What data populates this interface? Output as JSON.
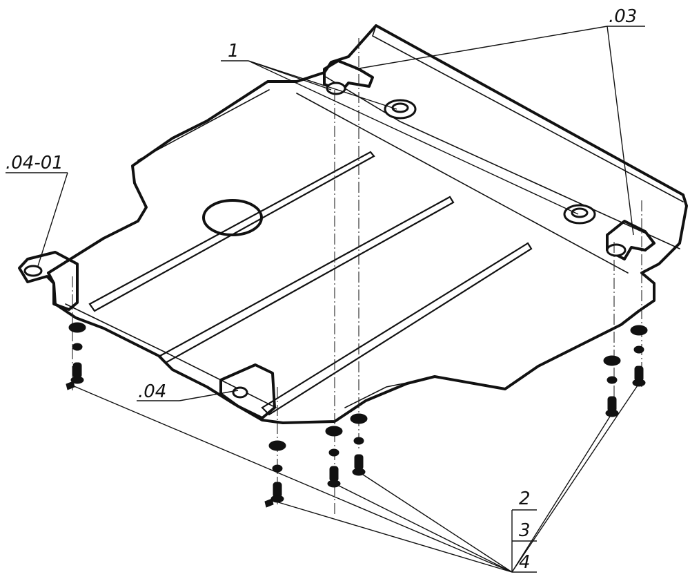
{
  "diagram": {
    "callouts": {
      "part_1": "1",
      "part_03": ".03",
      "part_04_01": ".04-01",
      "part_04": ".04",
      "part_2": "2",
      "part_3": "3",
      "part_4": "4"
    }
  }
}
